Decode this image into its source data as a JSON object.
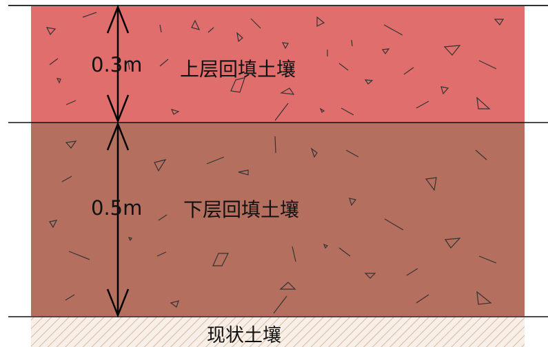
{
  "layers": [
    {
      "thickness_label": "0.3m",
      "name": "上层回填土壤",
      "color": "#df6e6d"
    },
    {
      "thickness_label": "0.5m",
      "name": "下层回填土壤",
      "color": "#b46f5e"
    }
  ],
  "ground": {
    "name": "现状土壤",
    "hatch_color": "#d8b89e"
  },
  "line_color": "#000000"
}
